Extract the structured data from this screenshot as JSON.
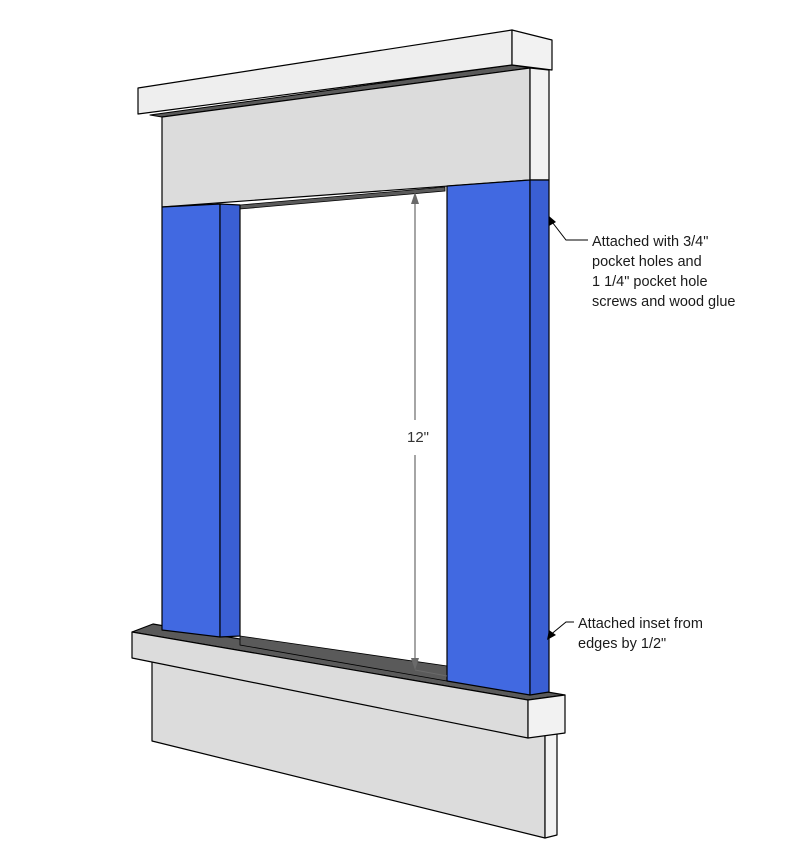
{
  "dimension": {
    "label": "12\""
  },
  "callouts": {
    "top": {
      "lines": [
        "Attached with 3/4\"",
        "pocket holes and",
        "1 1/4\" pocket hole",
        "screws and wood glue"
      ]
    },
    "bottom": {
      "lines": [
        "Attached inset from",
        "edges by 1/2\""
      ]
    }
  },
  "colors": {
    "leg_front": "#4169e1",
    "leg_side": "#3a5fd3",
    "board_front": "#dcdcdc",
    "board_top": "#eeeeee",
    "board_side": "#f2f2f2",
    "shadow": "#5a5a5a",
    "outline": "#000000"
  }
}
